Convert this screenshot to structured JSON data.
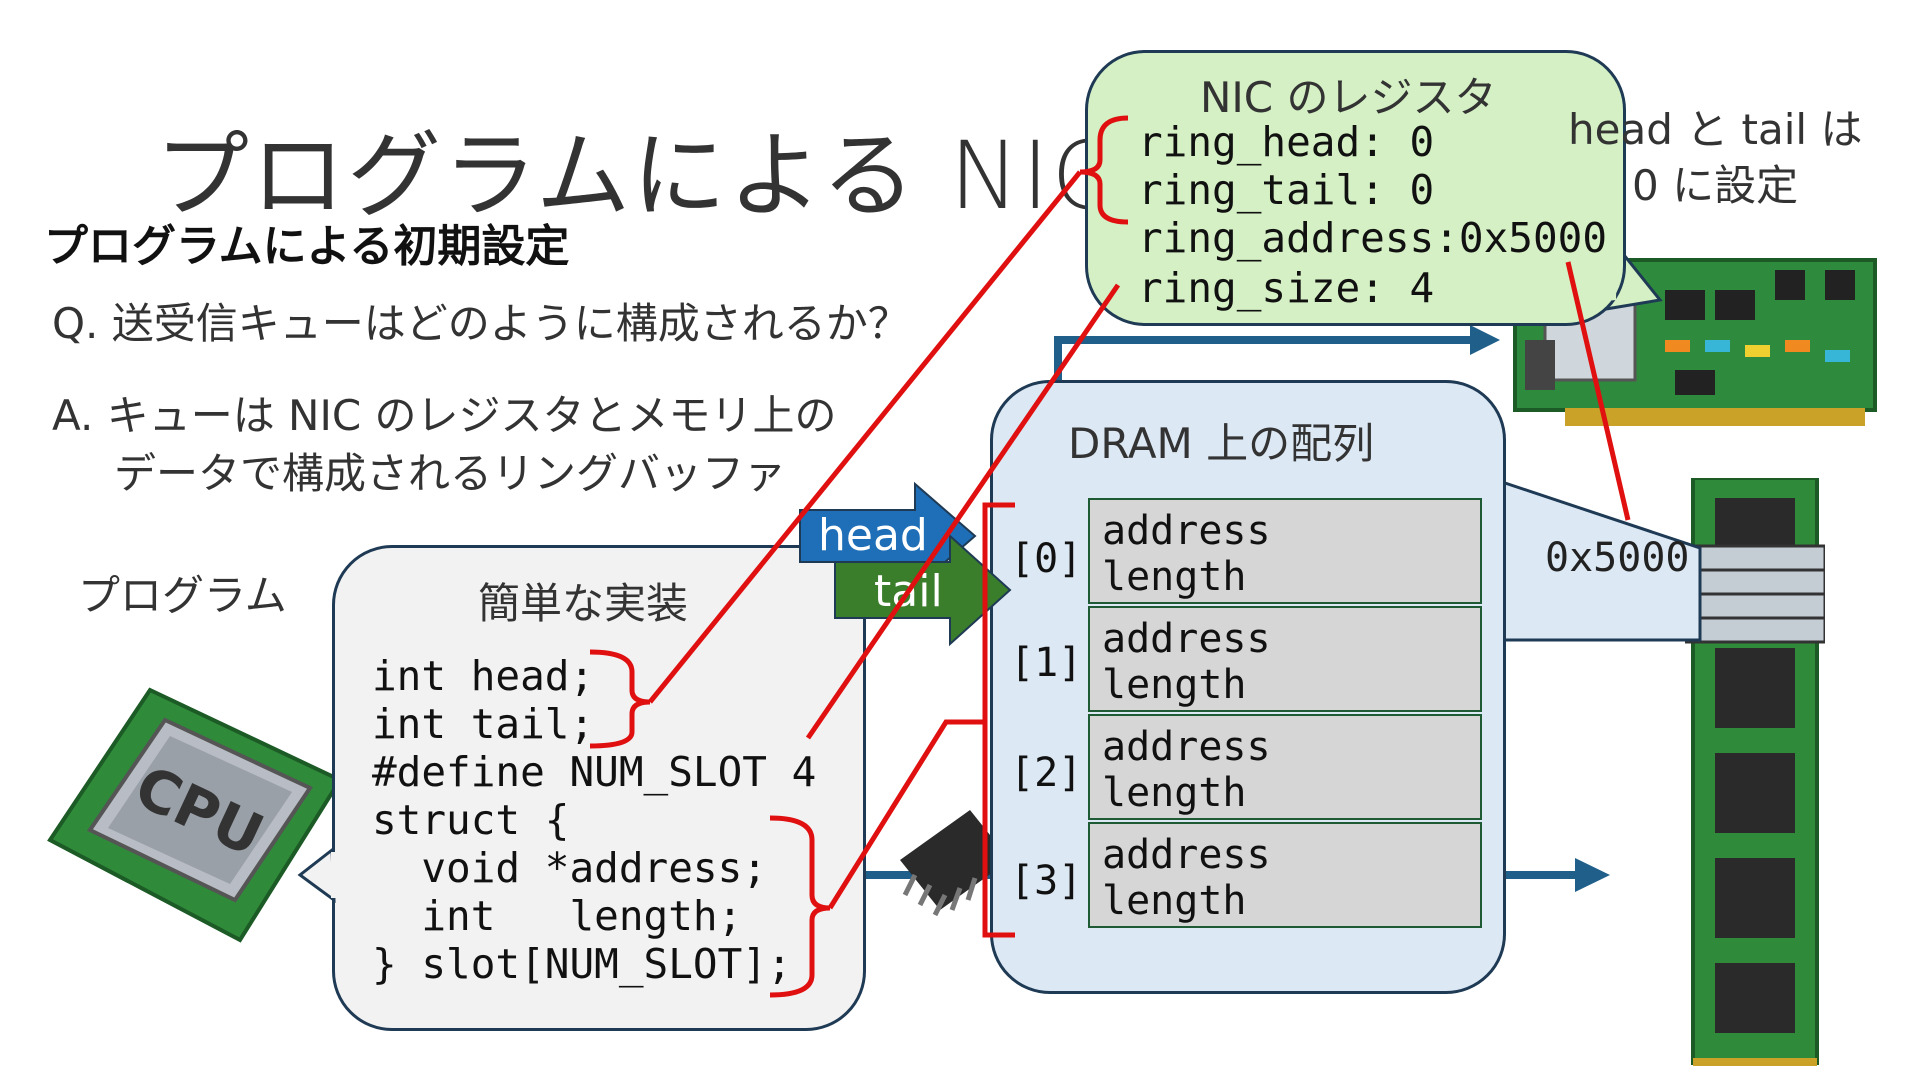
{
  "title": "プログラムによる NIC の",
  "subtitle": "プログラムによる初期設定",
  "question": "Q. 送受信キューはどのように構成されるか？",
  "answer_line1": "A. キューは NIC のレジスタとメモリ上の",
  "answer_line2": "データで構成されるリングバッファ",
  "program_label": "プログラム",
  "cpu_chip_label": "CPU",
  "code_box": {
    "title": "簡単な実装",
    "lines": [
      "int head;",
      "int tail;",
      "#define NUM_SLOT 4",
      "struct {",
      "  void *address;",
      "  int   length;",
      "} slot[NUM_SLOT];"
    ]
  },
  "nic_box": {
    "title": "NIC のレジスタ",
    "registers": [
      "ring_head: 0",
      "ring_tail: 0",
      "ring_address:0x5000",
      "ring_size: 4"
    ]
  },
  "note": {
    "line1": "head と tail は",
    "line2": "0 に設定"
  },
  "dram_box": {
    "title": "DRAM 上の配列",
    "slots": [
      {
        "index": "[0]",
        "field1": "address",
        "field2": "length"
      },
      {
        "index": "[1]",
        "field1": "address",
        "field2": "length"
      },
      {
        "index": "[2]",
        "field1": "address",
        "field2": "length"
      },
      {
        "index": "[3]",
        "field1": "address",
        "field2": "length"
      }
    ]
  },
  "pointers": {
    "head": "head",
    "tail": "tail"
  },
  "memory_address": "0x5000",
  "colors": {
    "bracket_red": "#e01010",
    "head_arrow": "#1f6fb8",
    "tail_arrow": "#3a7d2a",
    "nic_fill": "#d4f0c4",
    "dram_fill": "#dce8f4",
    "code_fill": "#f2f2f2",
    "connector_arrow": "#1f5f8a"
  },
  "icons": [
    "cpu-chip-icon",
    "nic-card-icon",
    "dram-module-icon",
    "ic-chip-icon"
  ]
}
